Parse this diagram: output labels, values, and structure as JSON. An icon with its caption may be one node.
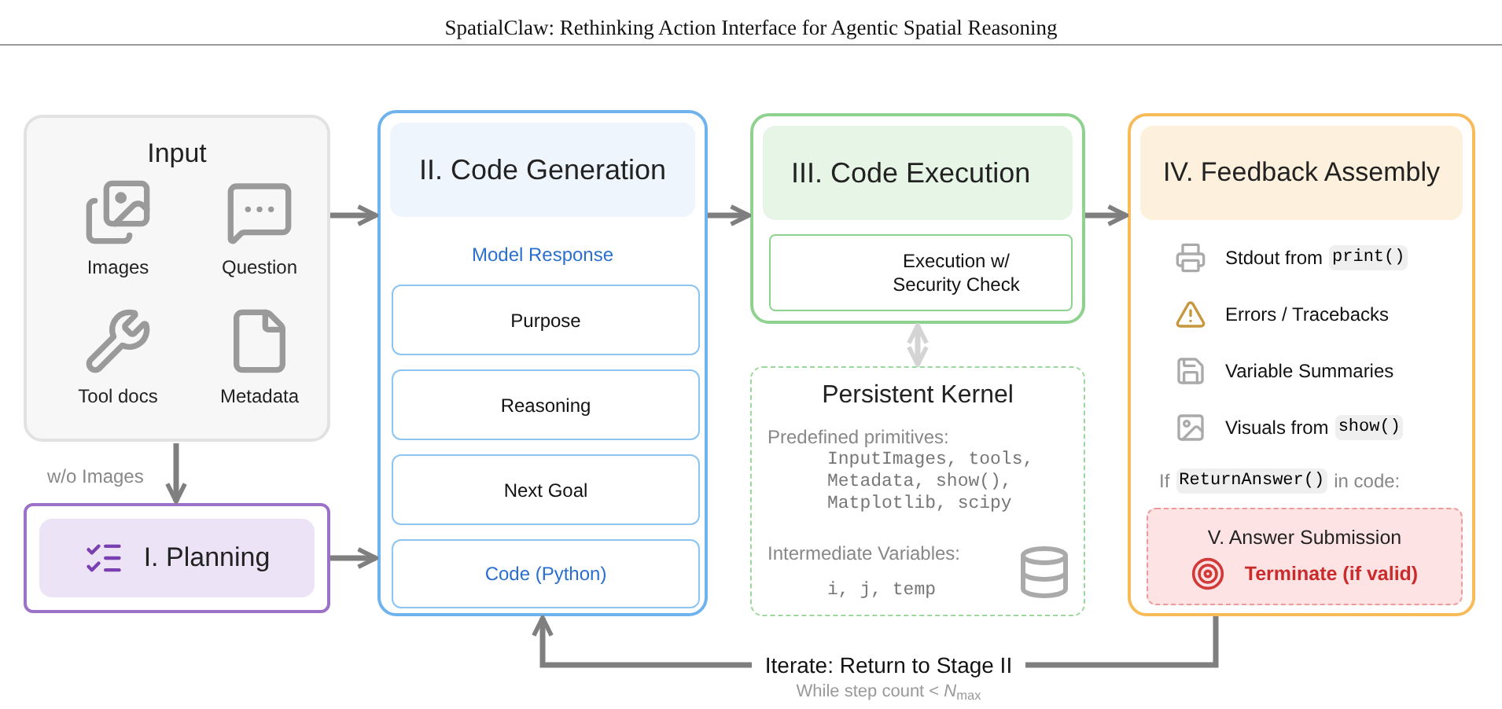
{
  "diagram": {
    "title": "SpatialClaw: Rethinking Action Interface for Agentic Spatial Reasoning",
    "nodes": [
      {
        "text": [
          "Input",
          "Images",
          "Question",
          "Tool docs",
          "Metadata"
        ]
      },
      {
        "text": [
          "I. Planning"
        ]
      },
      {
        "text": [
          "II. Code Generation",
          "Model Response"
        ]
      },
      {
        "text": [
          "Purpose"
        ],
        "in": 2
      },
      {
        "text": [
          "Reasoning"
        ],
        "in": 2
      },
      {
        "text": [
          "Next Goal"
        ],
        "in": 2
      },
      {
        "text": [
          "Code (Python)"
        ],
        "in": 2
      },
      {
        "text": [
          "III. Code Execution"
        ]
      },
      {
        "text": [
          "Execution w/ Security Check"
        ],
        "in": 7
      },
      {
        "text": [
          "Persistent Kernel",
          "Predefined primitives:",
          "InputImages, tools, Metadata, show(), Matplotlib, scipy",
          "Intermediate Variables:",
          "i, j, temp"
        ]
      },
      {
        "text": [
          "IV. Feedback Assembly",
          "Stdout from",
          "print()",
          "Errors / Tracebacks",
          "Variable Summaries",
          "Visuals from",
          "show()",
          "If",
          "ReturnAnswer()",
          "in code:"
        ]
      },
      {
        "text": [
          "V. Answer Submission",
          "Terminate (if valid)"
        ],
        "in": 10
      }
    ],
    "edges": [
      {
        "from": 0,
        "to": 2,
        "arrow": "to"
      },
      {
        "from": 0,
        "to": 1,
        "arrow": "to",
        "label": "w/o Images"
      },
      {
        "from": 1,
        "to": 2,
        "arrow": "to"
      },
      {
        "from": 2,
        "to": 7,
        "arrow": "to"
      },
      {
        "from": 7,
        "to": 10,
        "arrow": "to"
      },
      {
        "from": 7,
        "to": 9,
        "arrow": "both",
        "color": "#d4d4d4"
      },
      {
        "from": 10,
        "to": 2,
        "arrow": "to",
        "label": "Iterate: Return to Stage II"
      }
    ],
    "labels": [
      "While step count < *N*$_{max}$"
    ]
  }
}
